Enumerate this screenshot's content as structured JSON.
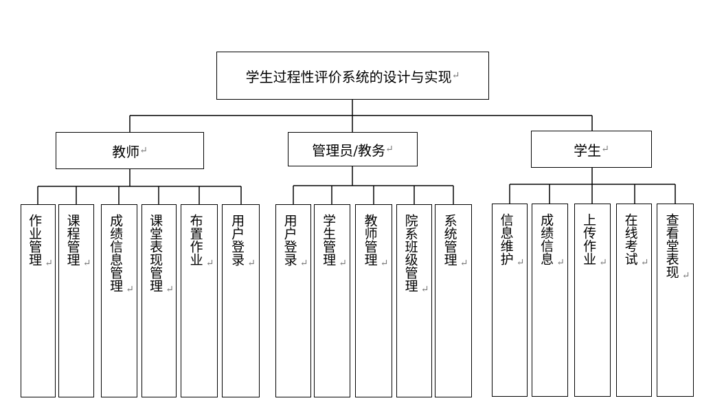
{
  "root": {
    "label": "学生过程性评价系统的设计与实现",
    "mark": "↵"
  },
  "groups": [
    {
      "label": "教师",
      "mark": "↵",
      "items": [
        "作业管理",
        "课程管理",
        "成绩信息管理",
        "课堂表现管理",
        "布置作业",
        "用户登录"
      ]
    },
    {
      "label": "管理员/教务",
      "mark": "↵",
      "items": [
        "用户登录",
        "学生管理",
        "教师管理",
        "院系班级管理",
        "系统管理"
      ]
    },
    {
      "label": "学生",
      "mark": "↵",
      "items": [
        "信息维护",
        "成绩信息",
        "上传作业",
        "在线考试",
        "查看堂表现"
      ]
    }
  ]
}
